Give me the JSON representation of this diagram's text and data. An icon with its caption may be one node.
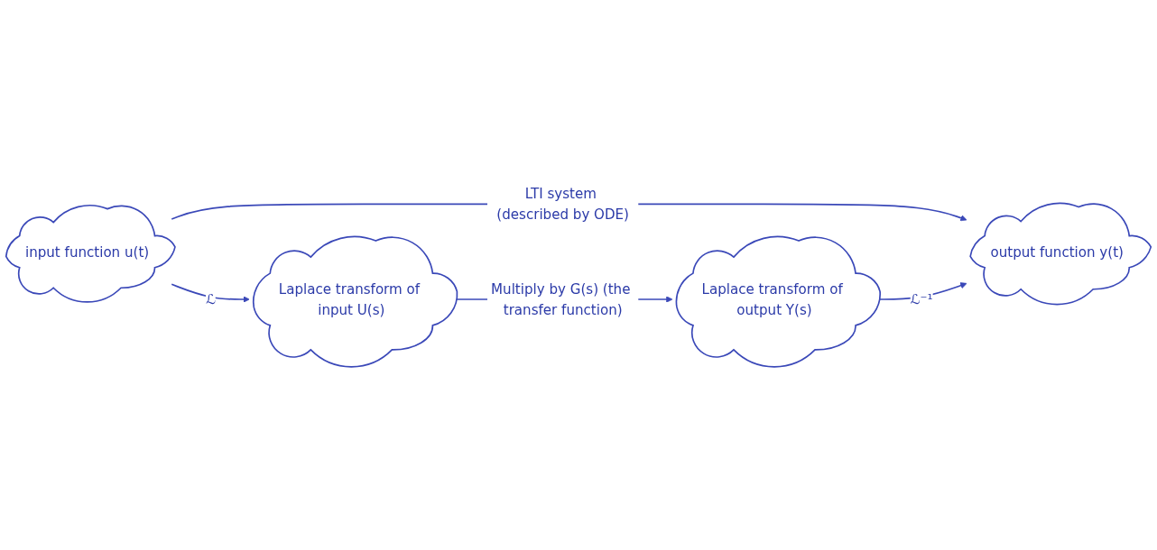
{
  "diagram": {
    "nodes": [
      {
        "text": [
          "input function u(t)"
        ]
      },
      {
        "text": [
          "output function y(t)"
        ]
      },
      {
        "text": [
          "Laplace transform of input U(s)"
        ]
      },
      {
        "text": [
          "Laplace transform of output Y(s)"
        ]
      }
    ],
    "edges": [
      {
        "from": 0,
        "to": 1,
        "arrow": "to",
        "label": "LTI system (described by ODE)"
      },
      {
        "from": 0,
        "to": 2,
        "arrow": "to",
        "label": "ℒ"
      },
      {
        "from": 2,
        "to": 3,
        "arrow": "to",
        "label": "Multiply by G(s) (the transfer function)"
      },
      {
        "from": 3,
        "to": 1,
        "arrow": "to",
        "label": "ℒ⁻¹"
      }
    ]
  }
}
